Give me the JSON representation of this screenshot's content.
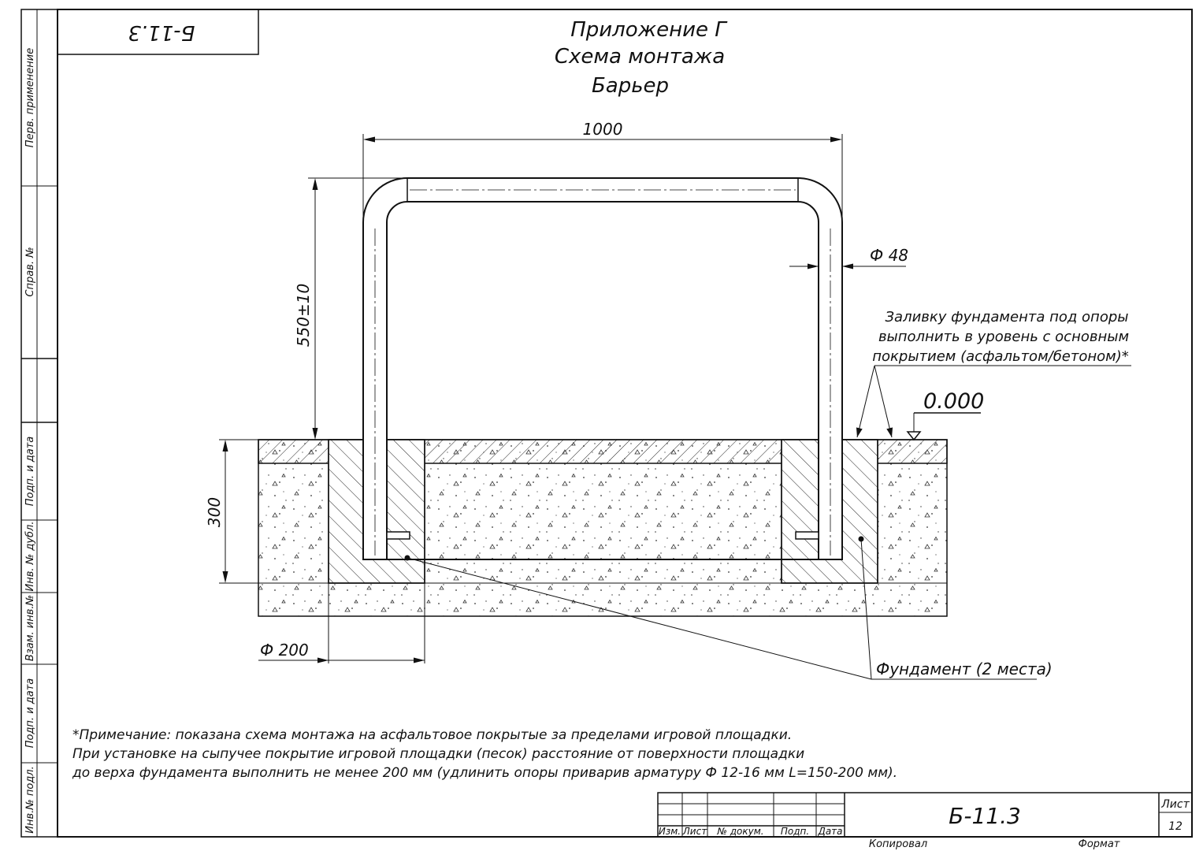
{
  "drawing": {
    "corner_code": "Б-11.3",
    "title_lines": [
      "Приложение Г",
      "Схема монтажа",
      "Барьер"
    ],
    "dimensions": {
      "width": "1000",
      "height": "550±10",
      "pipe_diameter": "Ф 48",
      "depth": "300",
      "foundation_diameter": "Ф 200"
    },
    "level_mark": "0.000",
    "callout_surface": [
      "Заливку фундамента под опоры",
      "выполнить в уровень с основным",
      "покрытием (асфальтом/бетоном)*"
    ],
    "callout_foundation": "Фундамент (2 места)",
    "note_lines": [
      "*Примечание: показана схема монтажа на асфальтовое покрытые за пределами игровой площадки.",
      "При установке на сыпучее покрытие игровой площадки (песок) расстояние от поверхности площадки",
      "до верха фундамента выполнить не менее 200 мм (удлинить опоры приварив арматуру Ф 12-16 мм L=150-200 мм)."
    ]
  },
  "side_stamp": {
    "cells": [
      "Перв. применение",
      "Справ. №",
      "Подп. и дата",
      "Инв. № дубл.",
      "Взам. инв.№",
      "Подп. и дата",
      "Инв.№ подл."
    ]
  },
  "title_block": {
    "headers": [
      "Изм.",
      "Лист",
      "№ докум.",
      "Подп.",
      "Дата"
    ],
    "code": "Б-11.3",
    "sheet_label": "Лист",
    "sheet_number": "12",
    "copied_label": "Копировал",
    "format_label": "Формат"
  }
}
